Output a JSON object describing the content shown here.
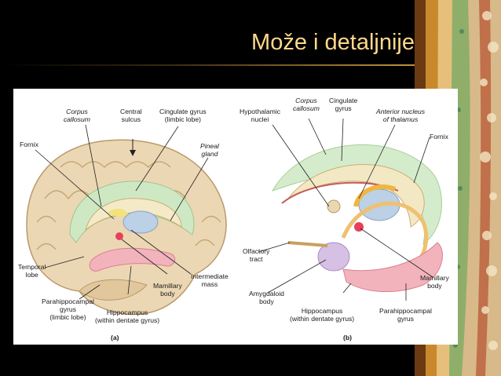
{
  "slide": {
    "title": "Može i detaljnije"
  },
  "figure": {
    "a": {
      "corpus_callosum": [
        "Corpus",
        "callosum"
      ],
      "central_sulcus": [
        "Central",
        "sulcus"
      ],
      "cingulate_gyrus": [
        "Cingulate gyrus",
        "(limbic lobe)"
      ],
      "pineal_gland": [
        "Pineal",
        "gland"
      ],
      "fornix": "Fornix",
      "temporal_lobe": [
        "Temporal",
        "lobe"
      ],
      "intermediate_mass": [
        "Intermediate",
        "mass"
      ],
      "mamillary_body": [
        "Mamillary",
        "body"
      ],
      "parahippocampal_gyrus": [
        "Parahippocampal",
        "gyrus",
        "(limbic lobe)"
      ],
      "hippocampus": [
        "Hippocampus",
        "(within dentate gyrus)"
      ],
      "panel_label": "(a)"
    },
    "b": {
      "hypothalamic_nuclei": [
        "Hypothalamic",
        "nuclei"
      ],
      "corpus_callosum": [
        "Corpus",
        "callosum"
      ],
      "cingulate_gyrus": [
        "Cingulate",
        "gyrus"
      ],
      "anterior_nucleus": [
        "Anterior nucleus",
        "of thalamus"
      ],
      "fornix": "Fornix",
      "olfactory_tract": [
        "Olfactory",
        "tract"
      ],
      "amygdaloid_body": [
        "Amygdaloid",
        "body"
      ],
      "mamillary_body": [
        "Mamillary",
        "body"
      ],
      "hippocampus": [
        "Hippocampus",
        "(within dentate gyrus)"
      ],
      "parahippocampal_gyrus": [
        "Parahippocampal",
        "gyrus"
      ],
      "panel_label": "(b)"
    }
  }
}
